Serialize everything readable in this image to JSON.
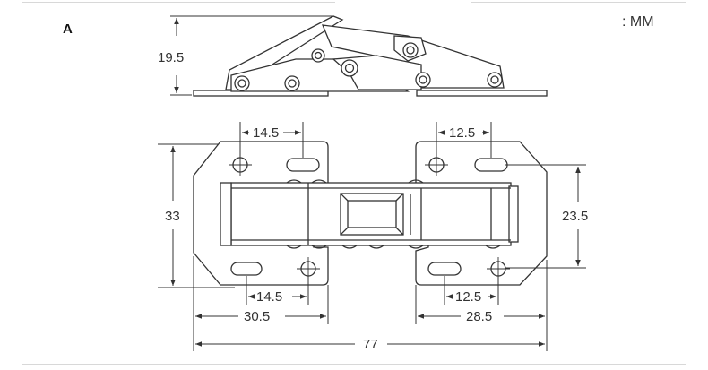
{
  "figure": {
    "panel_label": "A",
    "unit_label": ": MM"
  },
  "dimensions": {
    "side_height": "19.5",
    "left_hole_spacing_top": "14.5",
    "right_hole_spacing_top": "12.5",
    "left_plate_height": "33",
    "right_hole_vertical": "23.5",
    "left_hole_spacing_bottom": "14.5",
    "right_hole_spacing_bottom": "12.5",
    "left_plate_width": "30.5",
    "right_plate_width": "28.5",
    "overall_width": "77"
  },
  "colors": {
    "line": "#333333",
    "frame": "#d8d8d8"
  }
}
